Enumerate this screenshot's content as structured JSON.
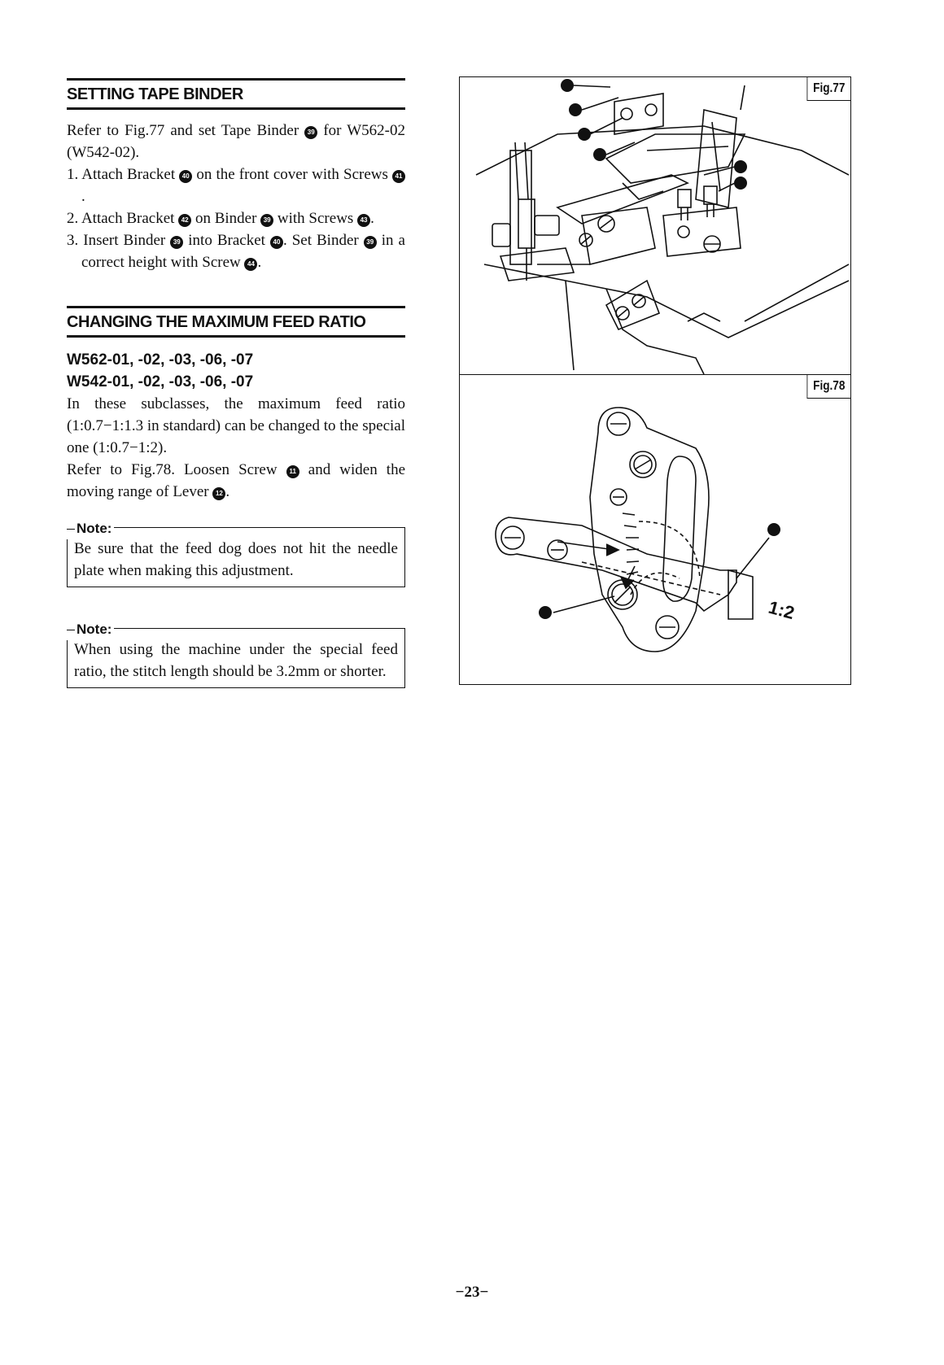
{
  "section1": {
    "heading": "SETTING TAPE BINDER",
    "intro_a": "Refer to Fig.77 and set Tape Binder ",
    "intro_b": " for W562-02 (W542-02).",
    "item1_a": "1. Attach Bracket ",
    "item1_b": " on the front cover with Screws ",
    "item1_c": ".",
    "item2_a": "2. Attach Bracket ",
    "item2_b": " on Binder ",
    "item2_c": " with Screws ",
    "item2_d": ".",
    "item3_a": "3. Insert Binder ",
    "item3_b": " into Bracket ",
    "item3_c": ". Set Binder ",
    "item3_d": " in a correct height with Screw ",
    "item3_e": "."
  },
  "section2": {
    "heading": "CHANGING THE MAXIMUM FEED RATIO",
    "subhead1": "W562-01, -02, -03, -06, -07",
    "subhead2": "W542-01, -02, -03, -06, -07",
    "para1": "In these subclasses, the maximum feed ratio (1:0.7−1:1.3 in standard) can be changed to the special one (1:0.7−1:2).",
    "para2_a": "Refer to Fig.78. Loosen Screw ",
    "para2_b": " and widen the moving range of Lever ",
    "para2_c": "."
  },
  "note1": {
    "label": "Note:",
    "text": "Be sure that the feed dog does not hit the needle plate when making this adjustment."
  },
  "note2": {
    "label": "Note:",
    "text": "When using the machine under the special feed ratio, the stitch length should be 3.2mm or shorter."
  },
  "figures": {
    "fig77_label": "Fig.77",
    "fig78_label": "Fig.78",
    "fig78_ratio": "1:2"
  },
  "page_number": "−23−"
}
